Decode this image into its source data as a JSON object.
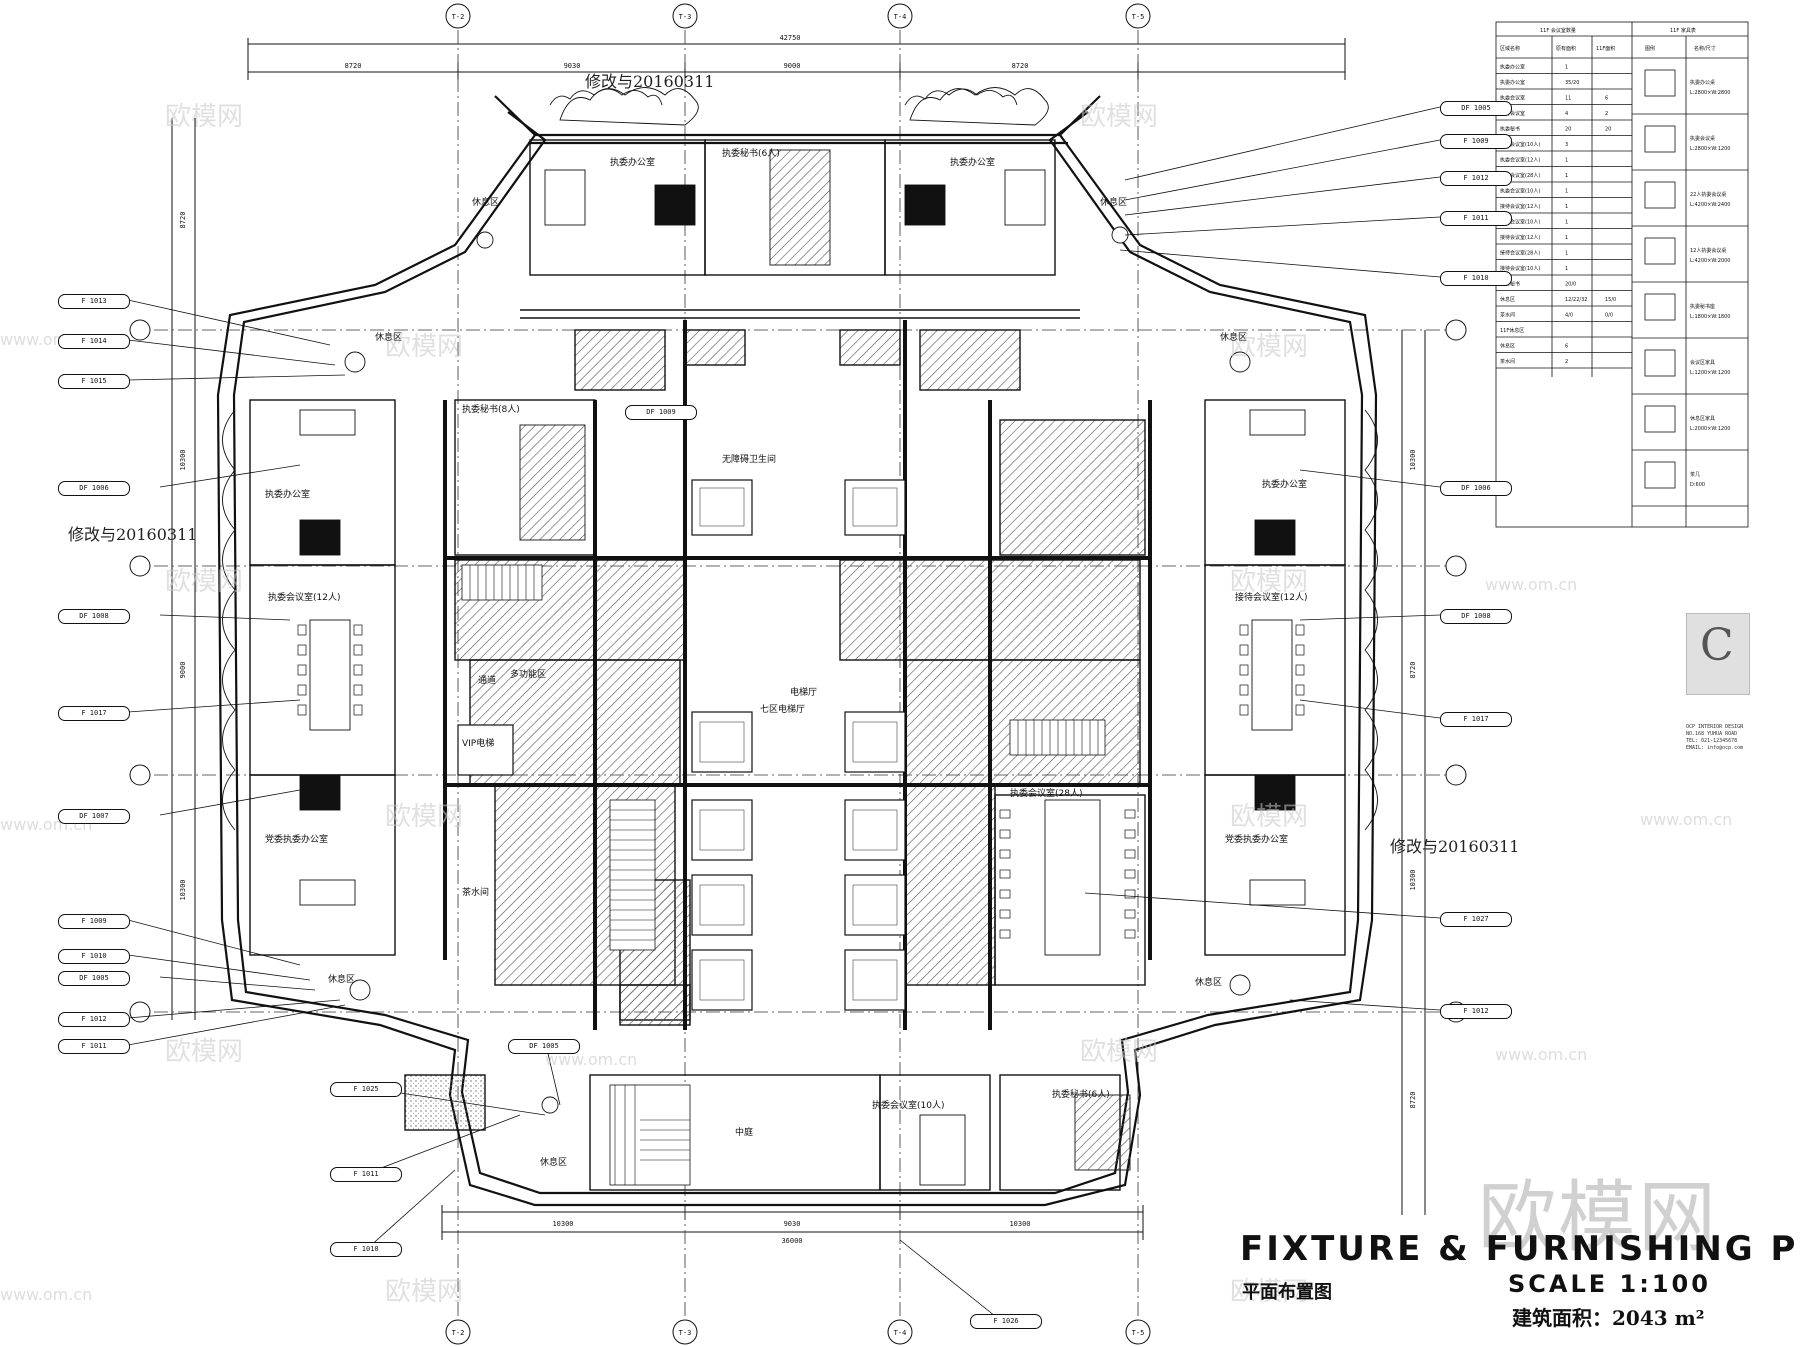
{
  "drawing": {
    "title_en": "FIXTURE & FURNISHING PLAN",
    "title_cn": "平面布置图",
    "scale": "SCALE 1:100",
    "area": "建筑面积：2043 m²"
  },
  "revision_note": "修改与20160311",
  "watermark": {
    "logo_text": "欧模网",
    "url_text": "www.om.cn",
    "tile_text": "欧模网"
  },
  "grid_axes": [
    "T-2",
    "T-3",
    "T-4",
    "T-5"
  ],
  "dimensions": {
    "top_total": "42750",
    "top_segments": [
      "8720",
      "9030",
      "9000",
      "8720"
    ],
    "bottom_total": "36000",
    "bottom_segments": [
      "10300",
      "9030",
      "10300"
    ],
    "left_segments": [
      "8720",
      "10300",
      "9000",
      "10300"
    ],
    "right_segments": [
      "10300",
      "8720",
      "10300",
      "8720"
    ]
  },
  "rooms": {
    "office_nw": "执委办公室",
    "secretary_top": "执委秘书(6人)",
    "office_ne": "执委办公室",
    "rest_nw": "休息区",
    "rest_ne": "休息区",
    "rest_w": "休息区",
    "rest_e": "休息区",
    "secretary_inner": "执委秘书(8人)",
    "office_w1": "执委办公室",
    "meeting_w": "执委会议室(12人)",
    "office_w2": "党委执委办公室",
    "meeting_e": "接待会议室(12人)",
    "office_e1": "执委办公室",
    "office_e2": "党委执委办公室",
    "exec_meeting": "执委会议室(28人)",
    "lift_lobby": "七区电梯厅",
    "toilet_acc": "无障碍卫生间",
    "rest_sw": "休息区",
    "rest_se": "休息区",
    "rest_bottom": "休息区",
    "atrium": "中庭",
    "meeting_s": "执委会议室(10人)",
    "secretary_s": "执委秘书(6人)",
    "vip_lift": "VIP电梯",
    "corridor": "通道",
    "pantry": "茶水间",
    "multi": "多功能区",
    "lift_lobby2": "电梯厅"
  },
  "tags_left": [
    "F 1013",
    "F 1014",
    "F 1015",
    "DF 1006",
    "DF 1008",
    "F 1017",
    "DF 1007",
    "F 1009",
    "F 1010",
    "DF 1005",
    "F 1012",
    "F 1011"
  ],
  "tags_right": [
    "DF 1005",
    "F 1009",
    "F 1012",
    "F 1011",
    "F 1010",
    "DF 1006",
    "DF 1008",
    "F 1017",
    "F 1027",
    "F 1012"
  ],
  "tags_bottom": [
    "DF 1005",
    "F 1025",
    "F 1011",
    "F 1010",
    "F 1026",
    "DF 1009"
  ],
  "schedule": {
    "header_left": "11F 会议室数量",
    "header_right": "11F 家具表",
    "col_heads": [
      "区域名称",
      "原有面积",
      "11F面积",
      "图例",
      "名称/尺寸"
    ],
    "rows": [
      [
        "执委办公室",
        "1",
        ""
      ],
      [
        "执委办公室",
        "35/20",
        ""
      ],
      [
        "执委会议室",
        "11",
        "6"
      ],
      [
        "接待会议室",
        "4",
        "2"
      ],
      [
        "执委秘书",
        "20",
        "20"
      ],
      [
        "执委会议室(10人)",
        "3",
        ""
      ],
      [
        "执委会议室(12人)",
        "1",
        ""
      ],
      [
        "执委会议室(28人)",
        "1",
        ""
      ],
      [
        "执委会议室(10人)",
        "1",
        ""
      ],
      [
        "接待会议室(12人)",
        "1",
        ""
      ],
      [
        "接待会议室(10人)",
        "1",
        ""
      ],
      [
        "接待会议室(12人)",
        "1",
        ""
      ],
      [
        "接待会议室(28人)",
        "1",
        ""
      ],
      [
        "接待会议室(10人)",
        "1",
        ""
      ],
      [
        "执委秘书",
        "20/0",
        ""
      ],
      [
        "休息区",
        "12/22/32",
        "15/0"
      ],
      [
        "茶水间",
        "4/0",
        "0/0"
      ],
      [
        "11F休息区",
        "",
        ""
      ],
      [
        "休息区",
        "6",
        ""
      ],
      [
        "茶水间",
        "2",
        ""
      ]
    ],
    "legend": [
      [
        "执委办公桌",
        "L:2800×W:2800"
      ],
      [
        "执委会议桌",
        "L:2800×W:1200"
      ],
      [
        "22人执委会议桌",
        "L:4200×W:2400"
      ],
      [
        "12人执委会议桌",
        "L:4200×W:2000"
      ],
      [
        "执委秘书座",
        "L:1800×W:1800"
      ],
      [
        "会议区家具",
        "L:1200×W:1200"
      ],
      [
        "休息区家具",
        "L:2000×W:1200"
      ],
      [
        "茶几",
        "D:600"
      ]
    ]
  },
  "side_notes": [
    "OCP INTERIOR DESIGN",
    "NO.168 YUHUA ROAD",
    "TEL: 021-12345678",
    "EMAIL: info@ocp.com"
  ],
  "brand_mark": "C",
  "colors": {
    "ink": "#111111",
    "hatch": "#555555",
    "watermark": "#c8c8c8"
  }
}
